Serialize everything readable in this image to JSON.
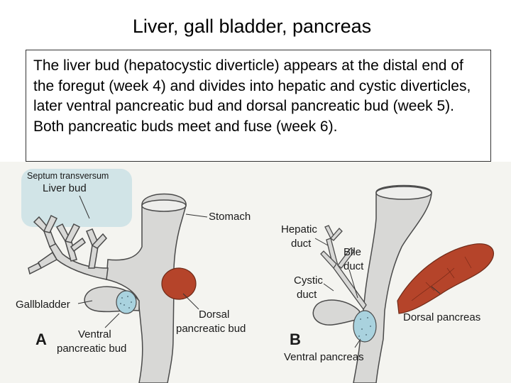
{
  "title": "Liver, gall bladder, pancreas",
  "description": "The liver bud (hepatocystic diverticle) appears at the distal end of the foregut (week 4) and divides into hepatic and cystic diverticles, later ventral pancreatic bud and dorsal pancreatic bud (week 5). Both pancreatic buds meet and fuse (week 6).",
  "figure": {
    "overlay_label": "Septum transversum",
    "panel_a": {
      "letter": "A",
      "liver_bud": "Liver bud",
      "stomach": "Stomach",
      "gallbladder": "Gallbladder",
      "dorsal_line1": "Dorsal",
      "dorsal_line2": "pancreatic bud",
      "ventral_line1": "Ventral",
      "ventral_line2": "pancreatic bud"
    },
    "panel_b": {
      "letter": "B",
      "hepatic_line1": "Hepatic",
      "hepatic_line2": "duct",
      "bile_line1": "Bile",
      "bile_line2": "duct",
      "cystic_line1": "Cystic",
      "cystic_line2": "duct",
      "dorsal_pancreas": "Dorsal pancreas",
      "ventral_pancreas": "Ventral pancreas"
    },
    "colors": {
      "background": "#f4f4f0",
      "organ_fill": "#d8d8d6",
      "organ_stroke": "#4a4a4a",
      "pancreas_red": "#b5442a",
      "ventral_blue": "#a9d2de",
      "overlay": "#b4d7e0"
    }
  }
}
